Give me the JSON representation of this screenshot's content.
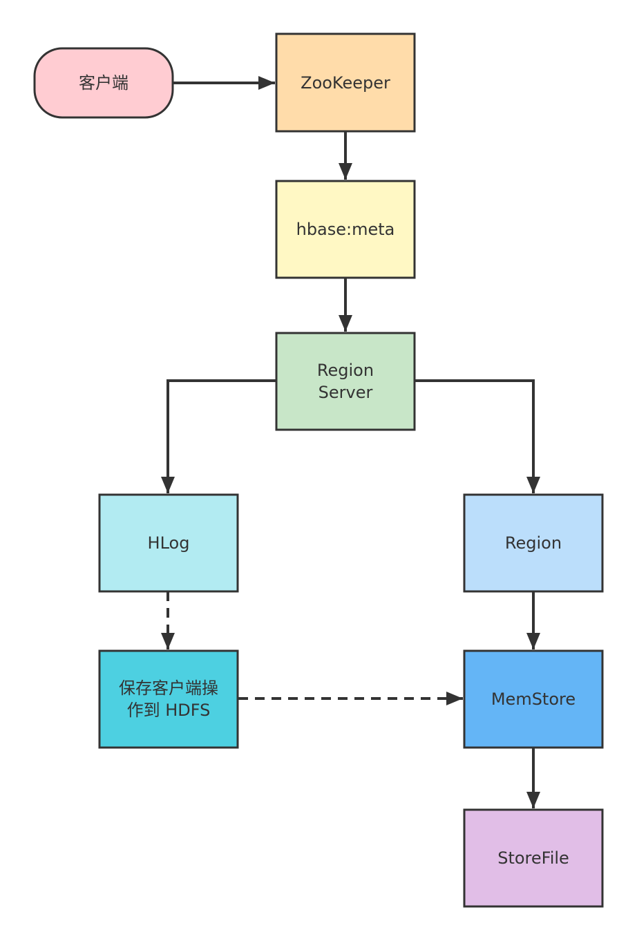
{
  "nodes": {
    "client": {
      "lines": [
        "客户端"
      ],
      "fill": "#ffccd2"
    },
    "zookeeper": {
      "lines": [
        "ZooKeeper"
      ],
      "fill": "#ffdcaa"
    },
    "hbase_meta": {
      "lines": [
        "hbase:meta"
      ],
      "fill": "#fff8c4"
    },
    "region_server": {
      "lines": [
        "Region",
        "Server"
      ],
      "fill": "#c8e6c8"
    },
    "hlog": {
      "lines": [
        "HLog"
      ],
      "fill": "#b2ebf2"
    },
    "save_hdfs": {
      "lines": [
        "保存客户端操",
        "作到 HDFS"
      ],
      "fill": "#4dd0e1"
    },
    "region": {
      "lines": [
        "Region"
      ],
      "fill": "#bbdefb"
    },
    "memstore": {
      "lines": [
        "MemStore"
      ],
      "fill": "#64b5f6"
    },
    "storefile": {
      "lines": [
        "StoreFile"
      ],
      "fill": "#e1bee7"
    }
  },
  "colors": {
    "stroke": "#333333",
    "text": "#333333",
    "background": "#ffffff"
  }
}
